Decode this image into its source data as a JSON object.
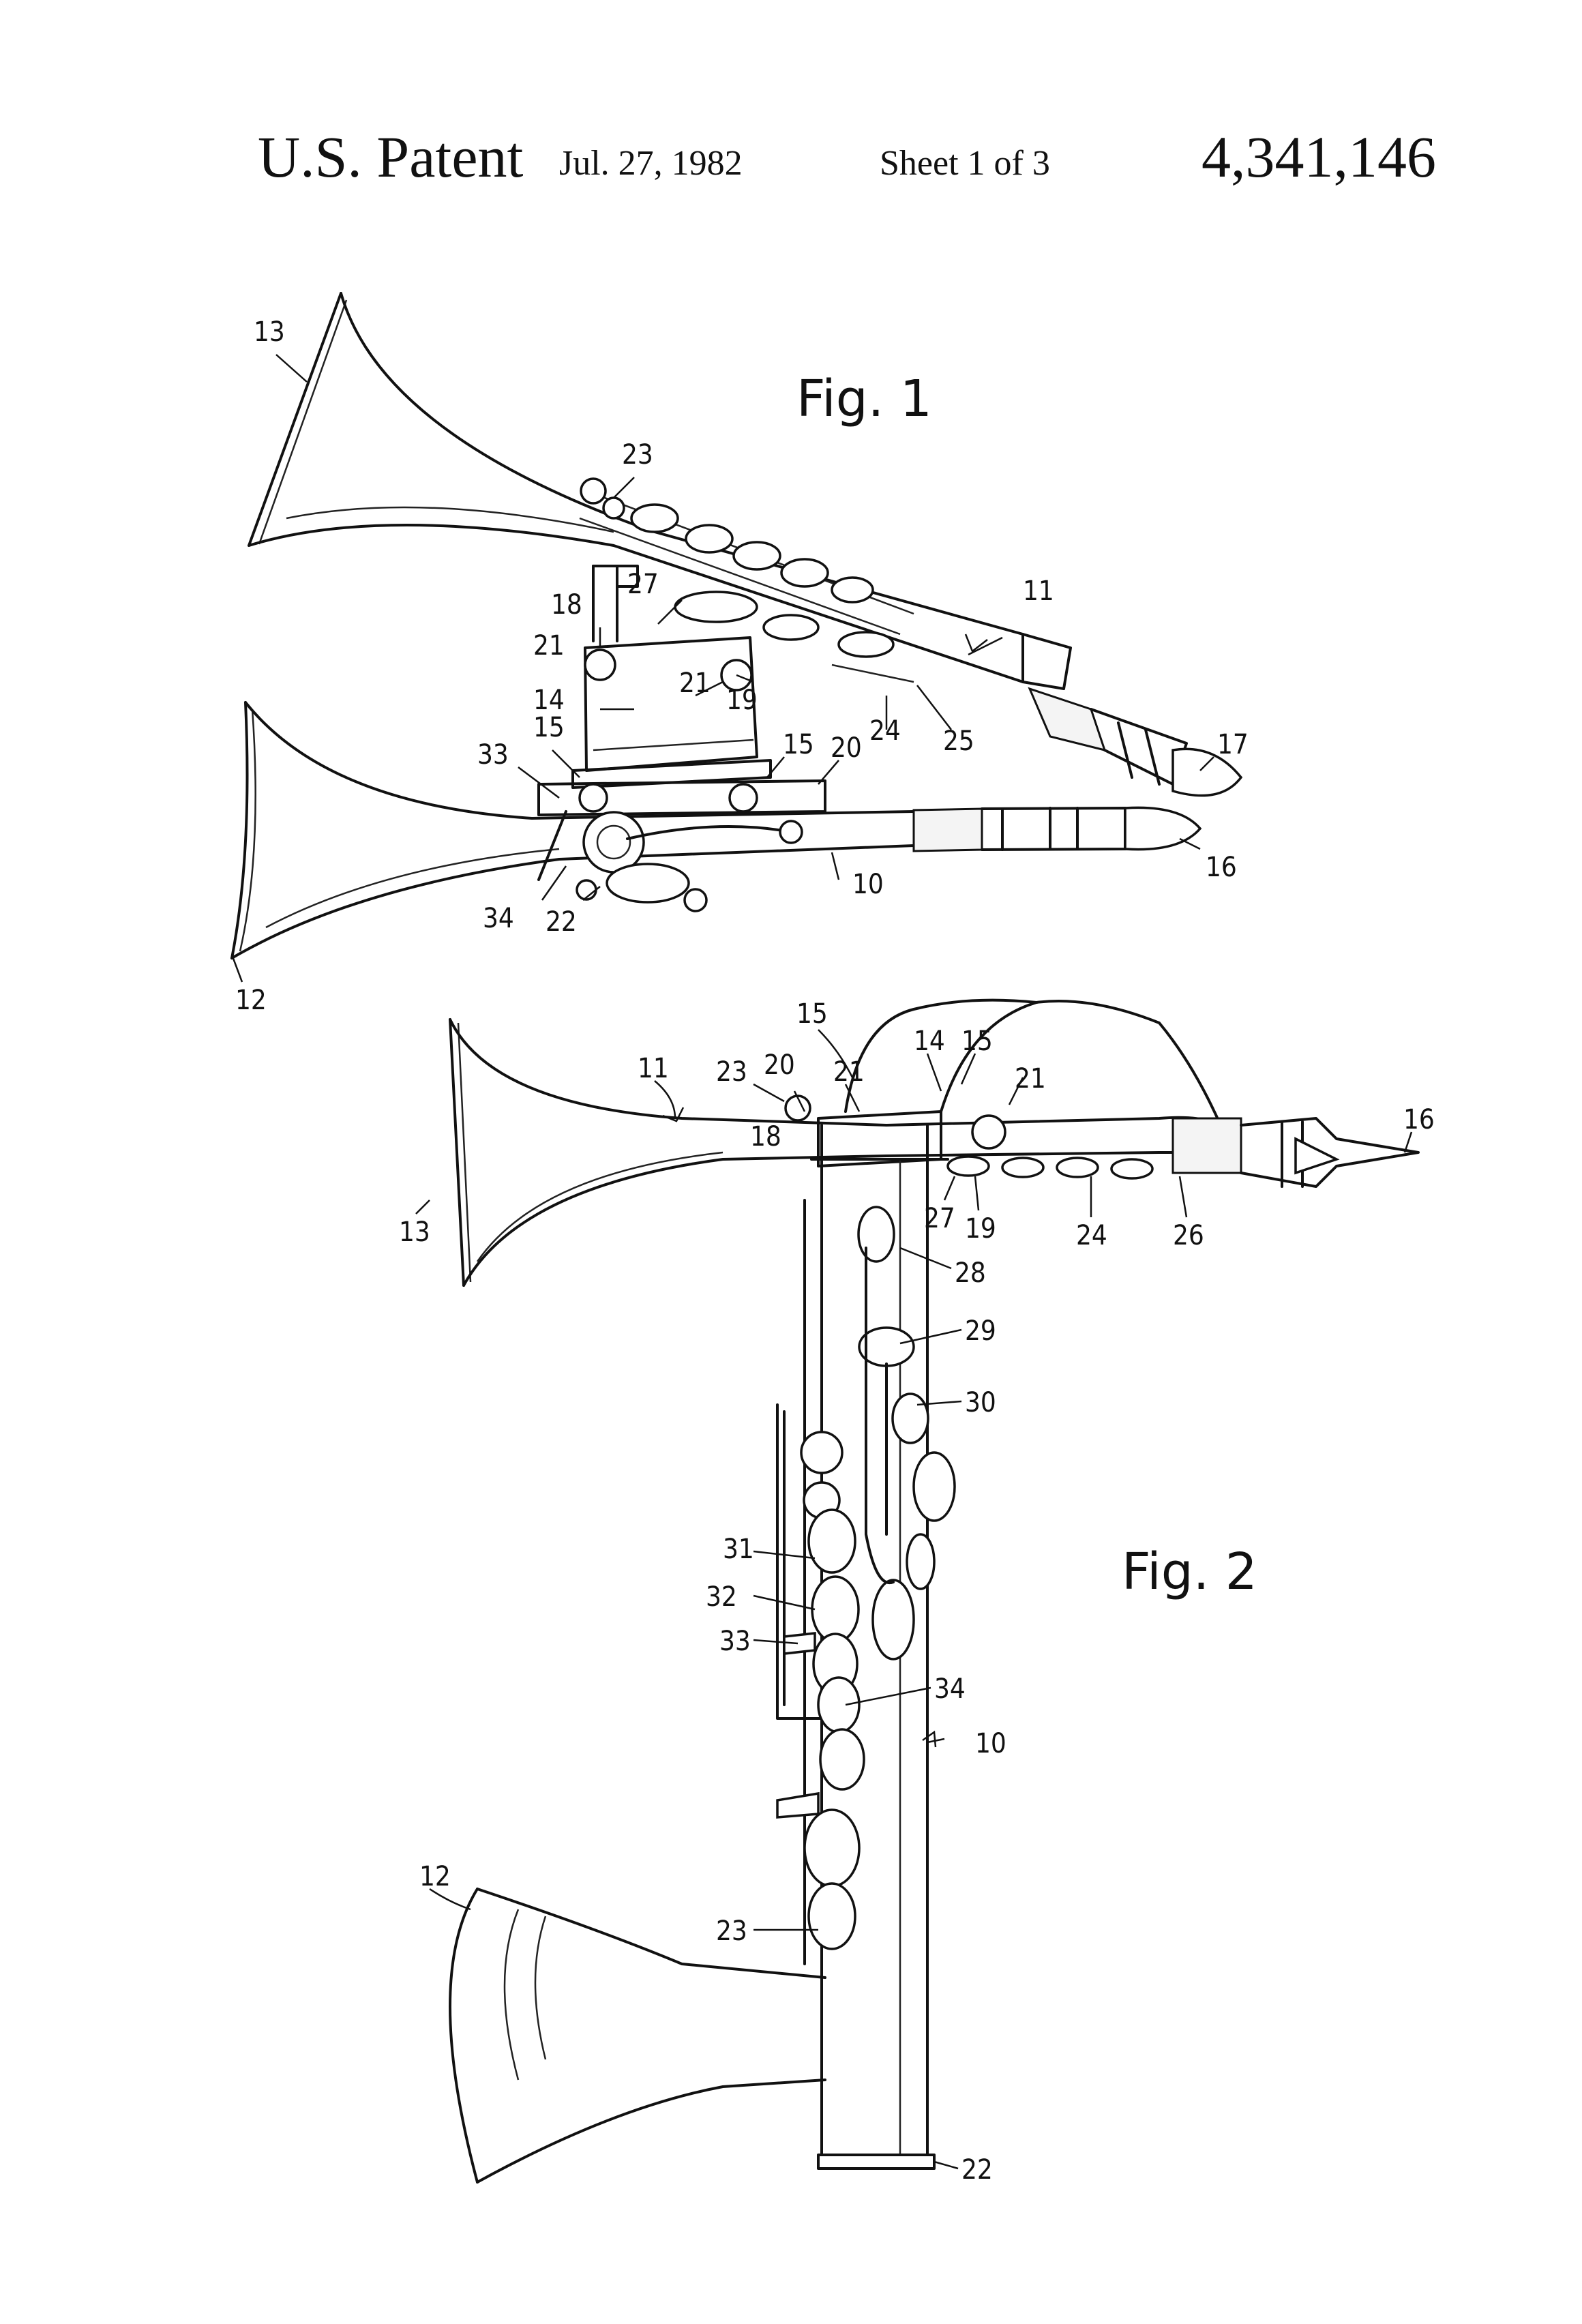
{
  "header": {
    "title": "U.S. Patent",
    "date": "Jul. 27, 1982",
    "sheet": "Sheet 1 of 3",
    "patent_number": "4,341,146"
  },
  "figures": [
    {
      "label": "Fig. 1",
      "refs": [
        "13",
        "23",
        "11",
        "27",
        "18",
        "21",
        "21",
        "19",
        "14",
        "24",
        "25",
        "17",
        "33",
        "15",
        "15",
        "20",
        "16",
        "34",
        "22",
        "10",
        "12"
      ]
    },
    {
      "label": "Fig. 2",
      "refs": [
        "15",
        "14",
        "15",
        "11",
        "23",
        "20",
        "21",
        "21",
        "16",
        "18",
        "13",
        "27",
        "19",
        "24",
        "26",
        "28",
        "29",
        "30",
        "31",
        "32",
        "33",
        "34",
        "10",
        "12",
        "23",
        "22"
      ]
    }
  ]
}
